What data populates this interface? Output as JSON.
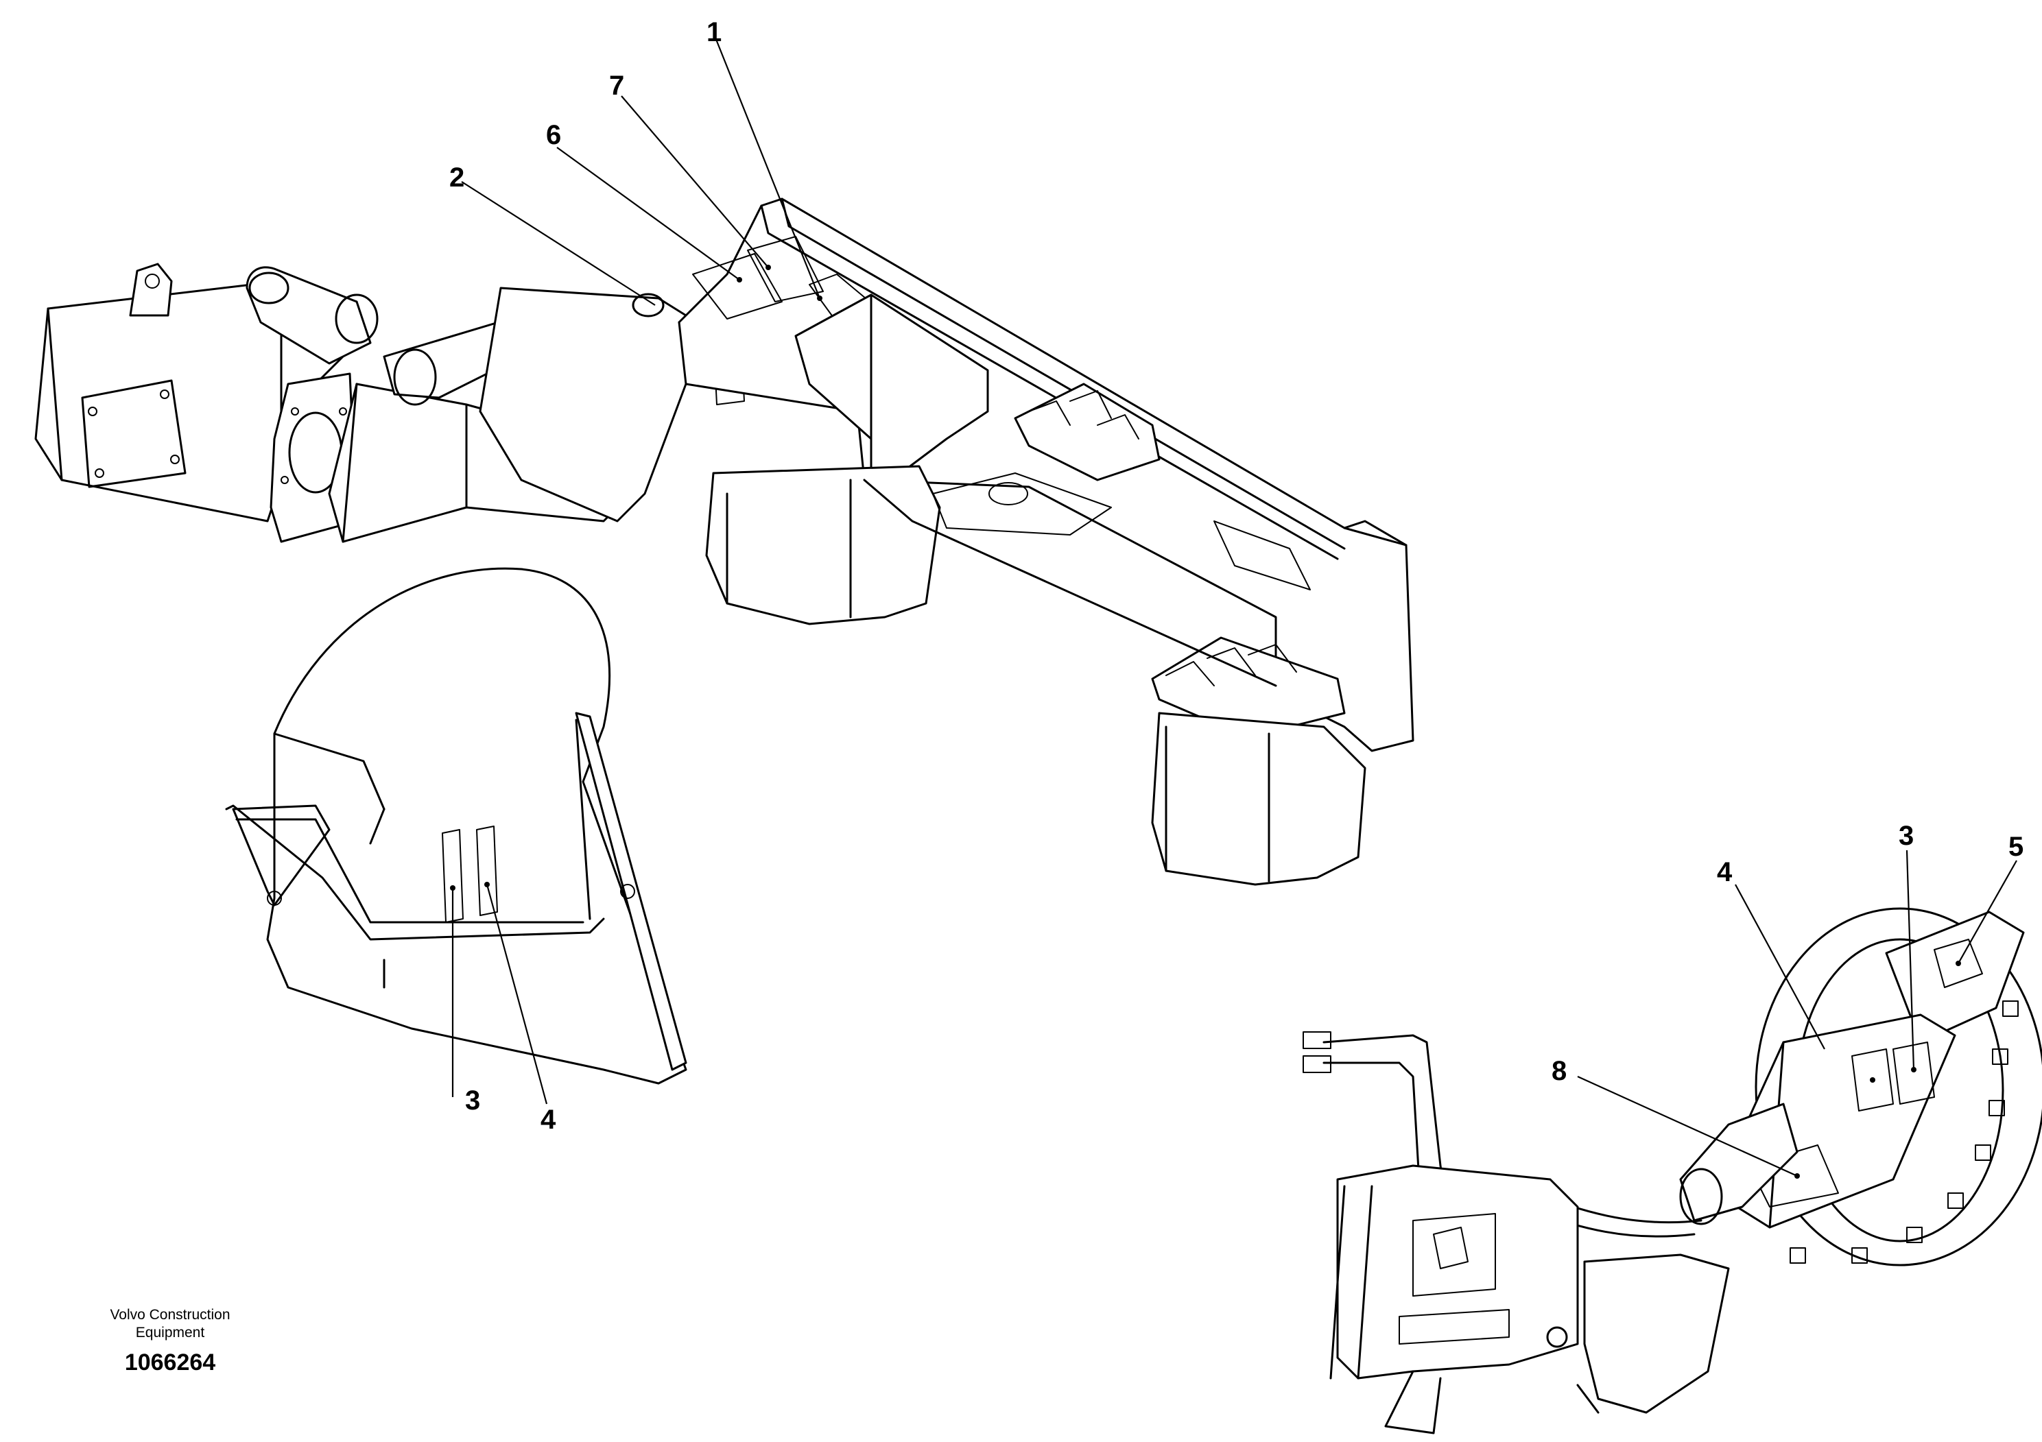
{
  "callouts": {
    "c1": "1",
    "c2": "2",
    "c6": "6",
    "c7": "7",
    "c3_left": "3",
    "c4_left": "4",
    "c4_right": "4",
    "c3_right": "3",
    "c5": "5",
    "c8": "8"
  },
  "caption": {
    "line1": "Volvo Construction",
    "line2": "Equipment",
    "document_number": "1066264"
  }
}
